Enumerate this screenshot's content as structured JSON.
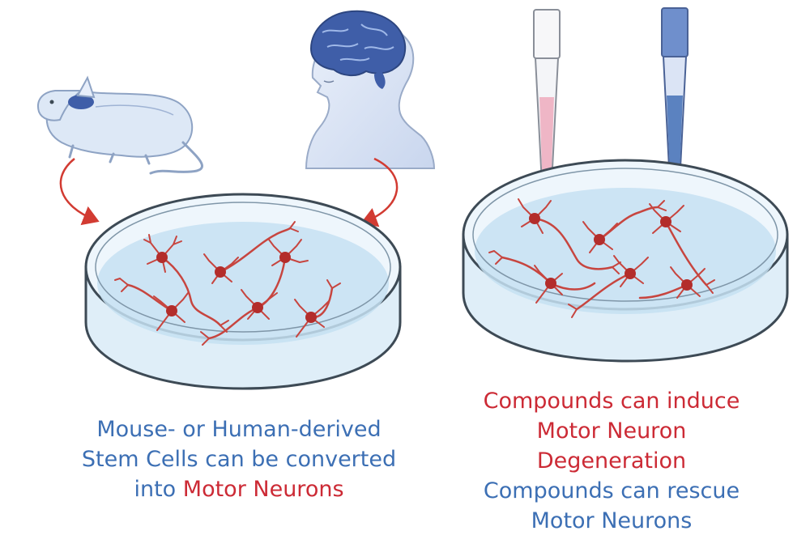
{
  "colors": {
    "blue_text": "#3c6fb4",
    "red_text": "#cc2a35",
    "neuron": "#c7453f",
    "neuron_soma": "#b32d2b",
    "arrow": "#d23b32",
    "dish_rim": "#3d4a55",
    "dish_fill": "#dfeef8",
    "medium": "#c6e0f2",
    "brain": "#3f5ea8",
    "mouse_skin": "#dde8f6",
    "pipette_pink": "#efb6c6",
    "pipette_blue": "#5b82c0"
  },
  "icons": [
    "mouse-icon",
    "human-head-icon",
    "brain-icon",
    "pipette-pink-icon",
    "pipette-blue-icon",
    "petri-dish-icon",
    "neuron-icon",
    "curved-arrow-icon"
  ],
  "left_caption": {
    "line1": "Mouse- or Human-derived",
    "line2": "Stem Cells can be converted",
    "line3_prefix": "into ",
    "line3_highlight": "Motor Neurons"
  },
  "right_caption": {
    "line1": "Compounds can induce",
    "line2": "Motor Neuron",
    "line3": "Degeneration",
    "line4": "Compounds can rescue",
    "line5": "Motor Neurons"
  }
}
